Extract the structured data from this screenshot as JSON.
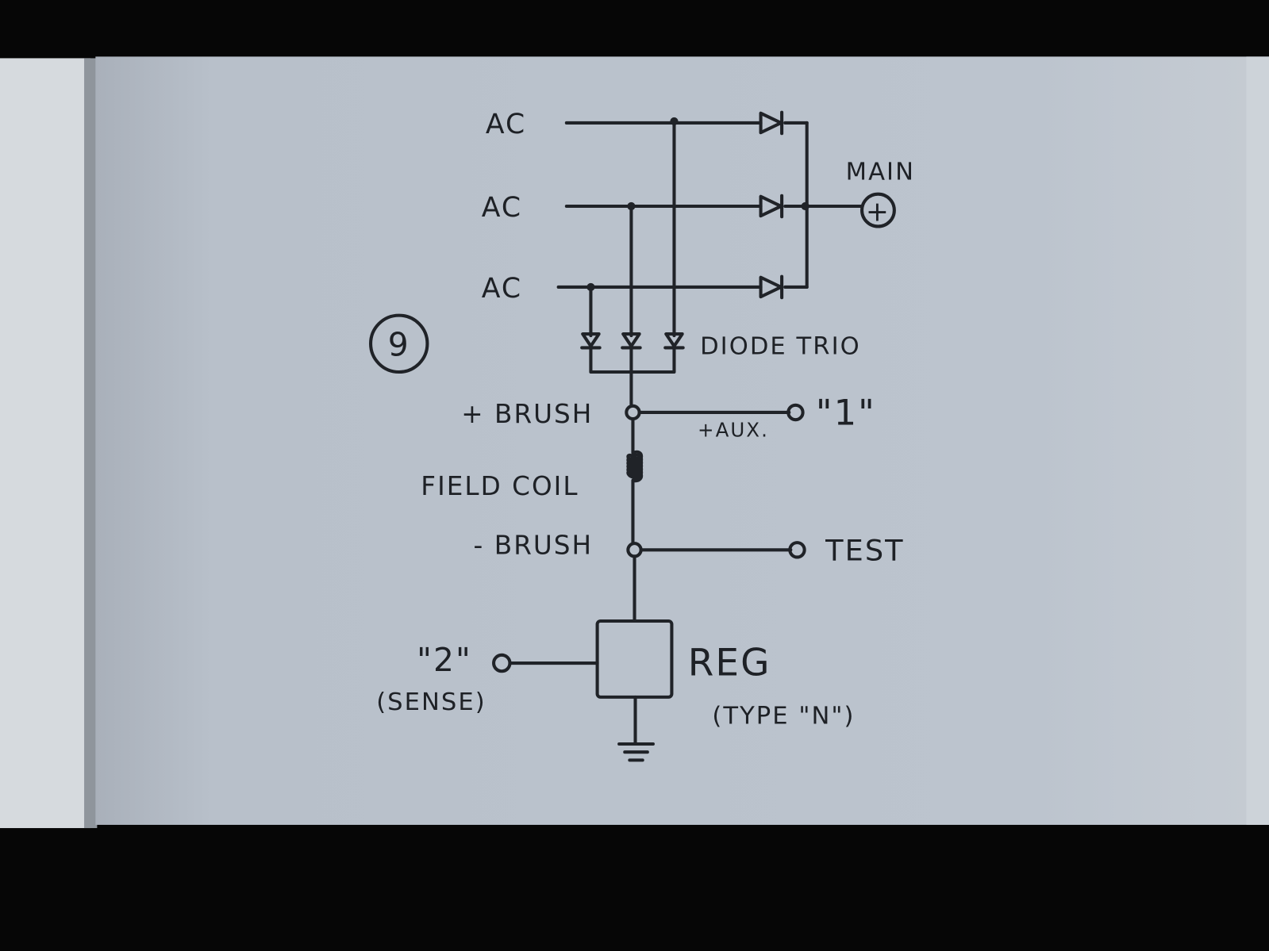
{
  "figure_number": "9",
  "labels": {
    "ac1": "AC",
    "ac2": "AC",
    "ac3": "AC",
    "main": "MAIN",
    "main_terminal": "+",
    "diode_trio": "DIODE TRIO",
    "plus_brush": "+ BRUSH",
    "plus_aux": "+AUX.",
    "terminal_1": "\"1\"",
    "field_coil": "FIELD COIL",
    "minus_brush": "- BRUSH",
    "test": "TEST",
    "terminal_2": "\"2\"",
    "sense": "(SENSE)",
    "reg": "REG",
    "reg_type": "(TYPE \"N\")"
  },
  "colors": {
    "ink": "#202328",
    "page": "#b9c1cb",
    "left_page": "#d6dade",
    "frame": "#060606"
  }
}
